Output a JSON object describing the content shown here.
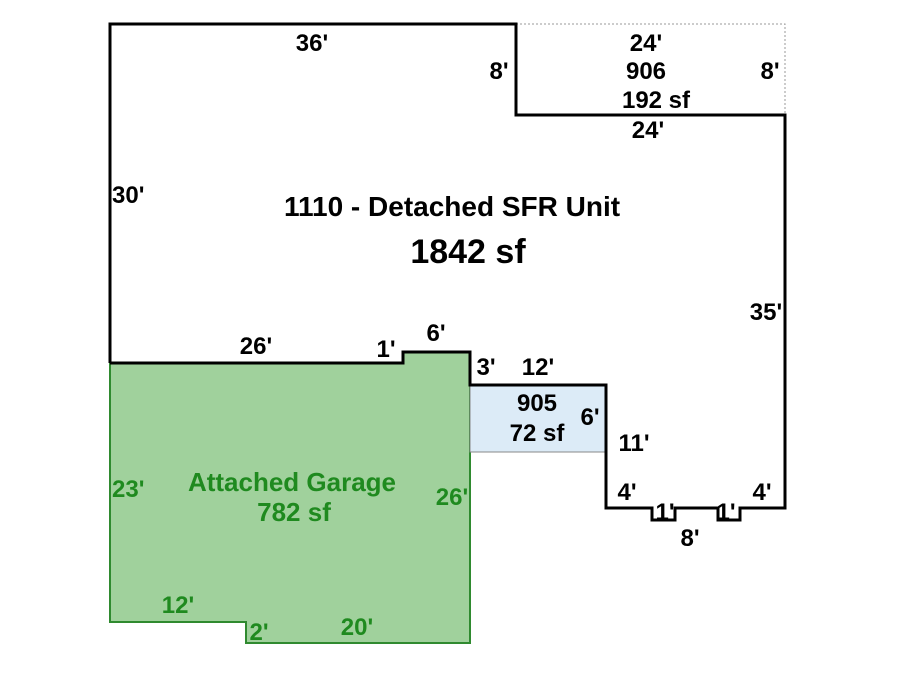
{
  "colors": {
    "outline": "#000000",
    "garage_fill": "#a0d19c",
    "garage_stroke": "#2f8a2f",
    "garage_text": "#1f8a1f",
    "porch_fill": "#dcebf7",
    "dotted_outline": "#999999"
  },
  "main_unit": {
    "name": "1110 - Detached SFR Unit",
    "area": "1842 sf",
    "dims": {
      "top": "36'",
      "left": "30'",
      "right": "35'",
      "bottom_left": "26'",
      "jog_small": "1'",
      "jog_top": "6'",
      "step_3": "3'",
      "notch_right": "11'",
      "notch_left_drop": "4'",
      "notch_right_drop": "4'",
      "notch_step_left": "1'",
      "notch_step_right": "1'",
      "notch_bottom": "8'",
      "inner_left": "8'"
    }
  },
  "area_906": {
    "code": "906",
    "area": "192 sf",
    "dims": {
      "top": "24'",
      "bottom": "24'",
      "right": "8'"
    }
  },
  "area_905": {
    "code": "905",
    "area": "72 sf",
    "dims": {
      "top": "12'",
      "right": "6'"
    }
  },
  "garage": {
    "name": "Attached Garage",
    "area": "782 sf",
    "dims": {
      "left": "23'",
      "right": "26'",
      "bottom_left": "12'",
      "step": "2'",
      "bottom": "20'"
    }
  }
}
